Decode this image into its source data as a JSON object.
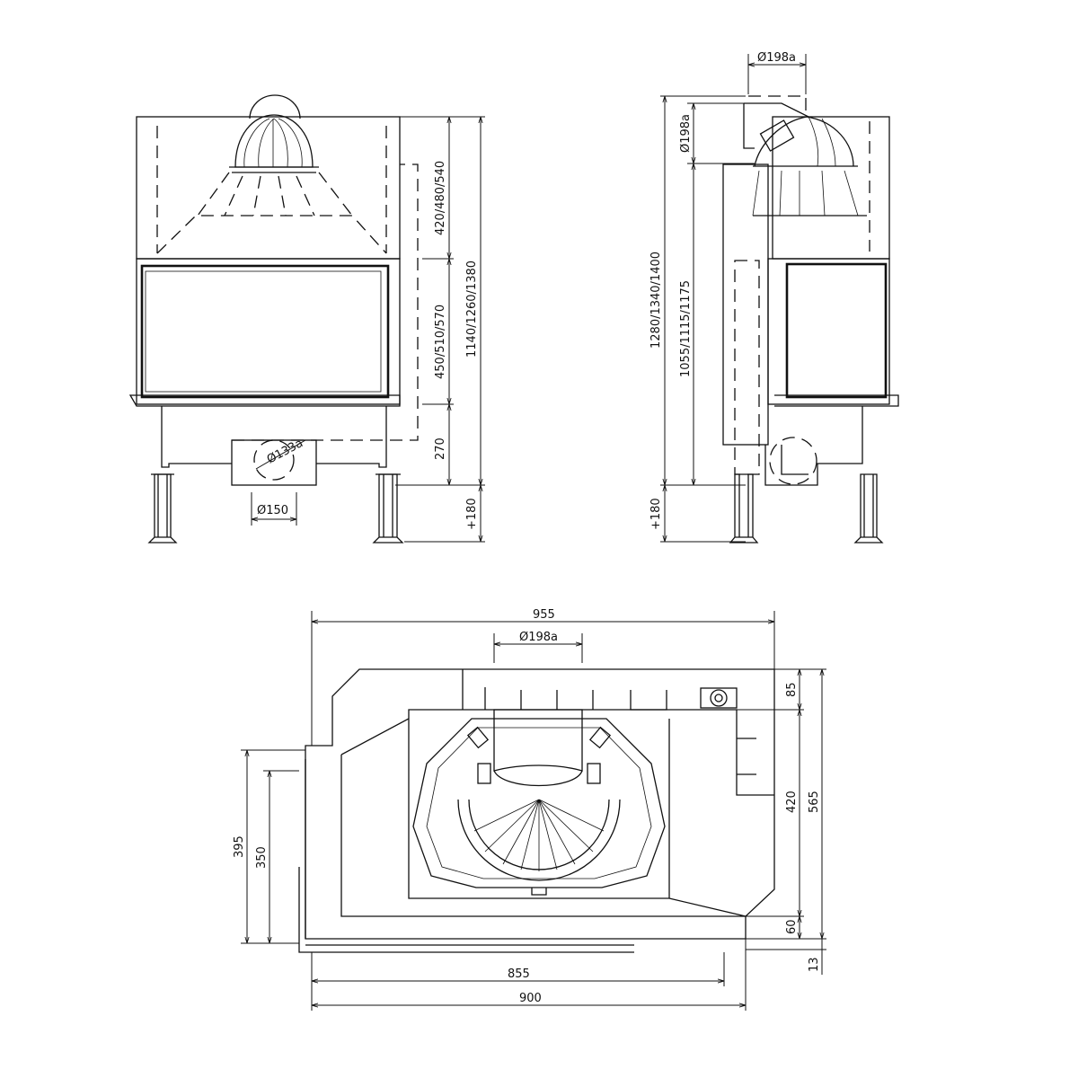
{
  "front_view": {
    "dim_top_section": "420/480/540",
    "dim_door": "450/510/570",
    "dim_total": "1140/1260/1380",
    "dim_base": "270",
    "dim_legs": "+180",
    "dim_flue_rear": "Ø133a",
    "dim_outlet": "Ø150"
  },
  "side_view": {
    "dim_flue_top": "Ø198a",
    "dim_flue_side": "Ø198a",
    "dim_total": "1280/1340/1400",
    "dim_to_flue": "1055/1115/1175",
    "dim_legs": "+180"
  },
  "plan_view": {
    "dim_width": "955",
    "dim_flue": "Ø198a",
    "dim_85": "85",
    "dim_420": "420",
    "dim_565": "565",
    "dim_60": "60",
    "dim_13": "13",
    "dim_395": "395",
    "dim_350": "350",
    "dim_855": "855",
    "dim_900": "900"
  }
}
